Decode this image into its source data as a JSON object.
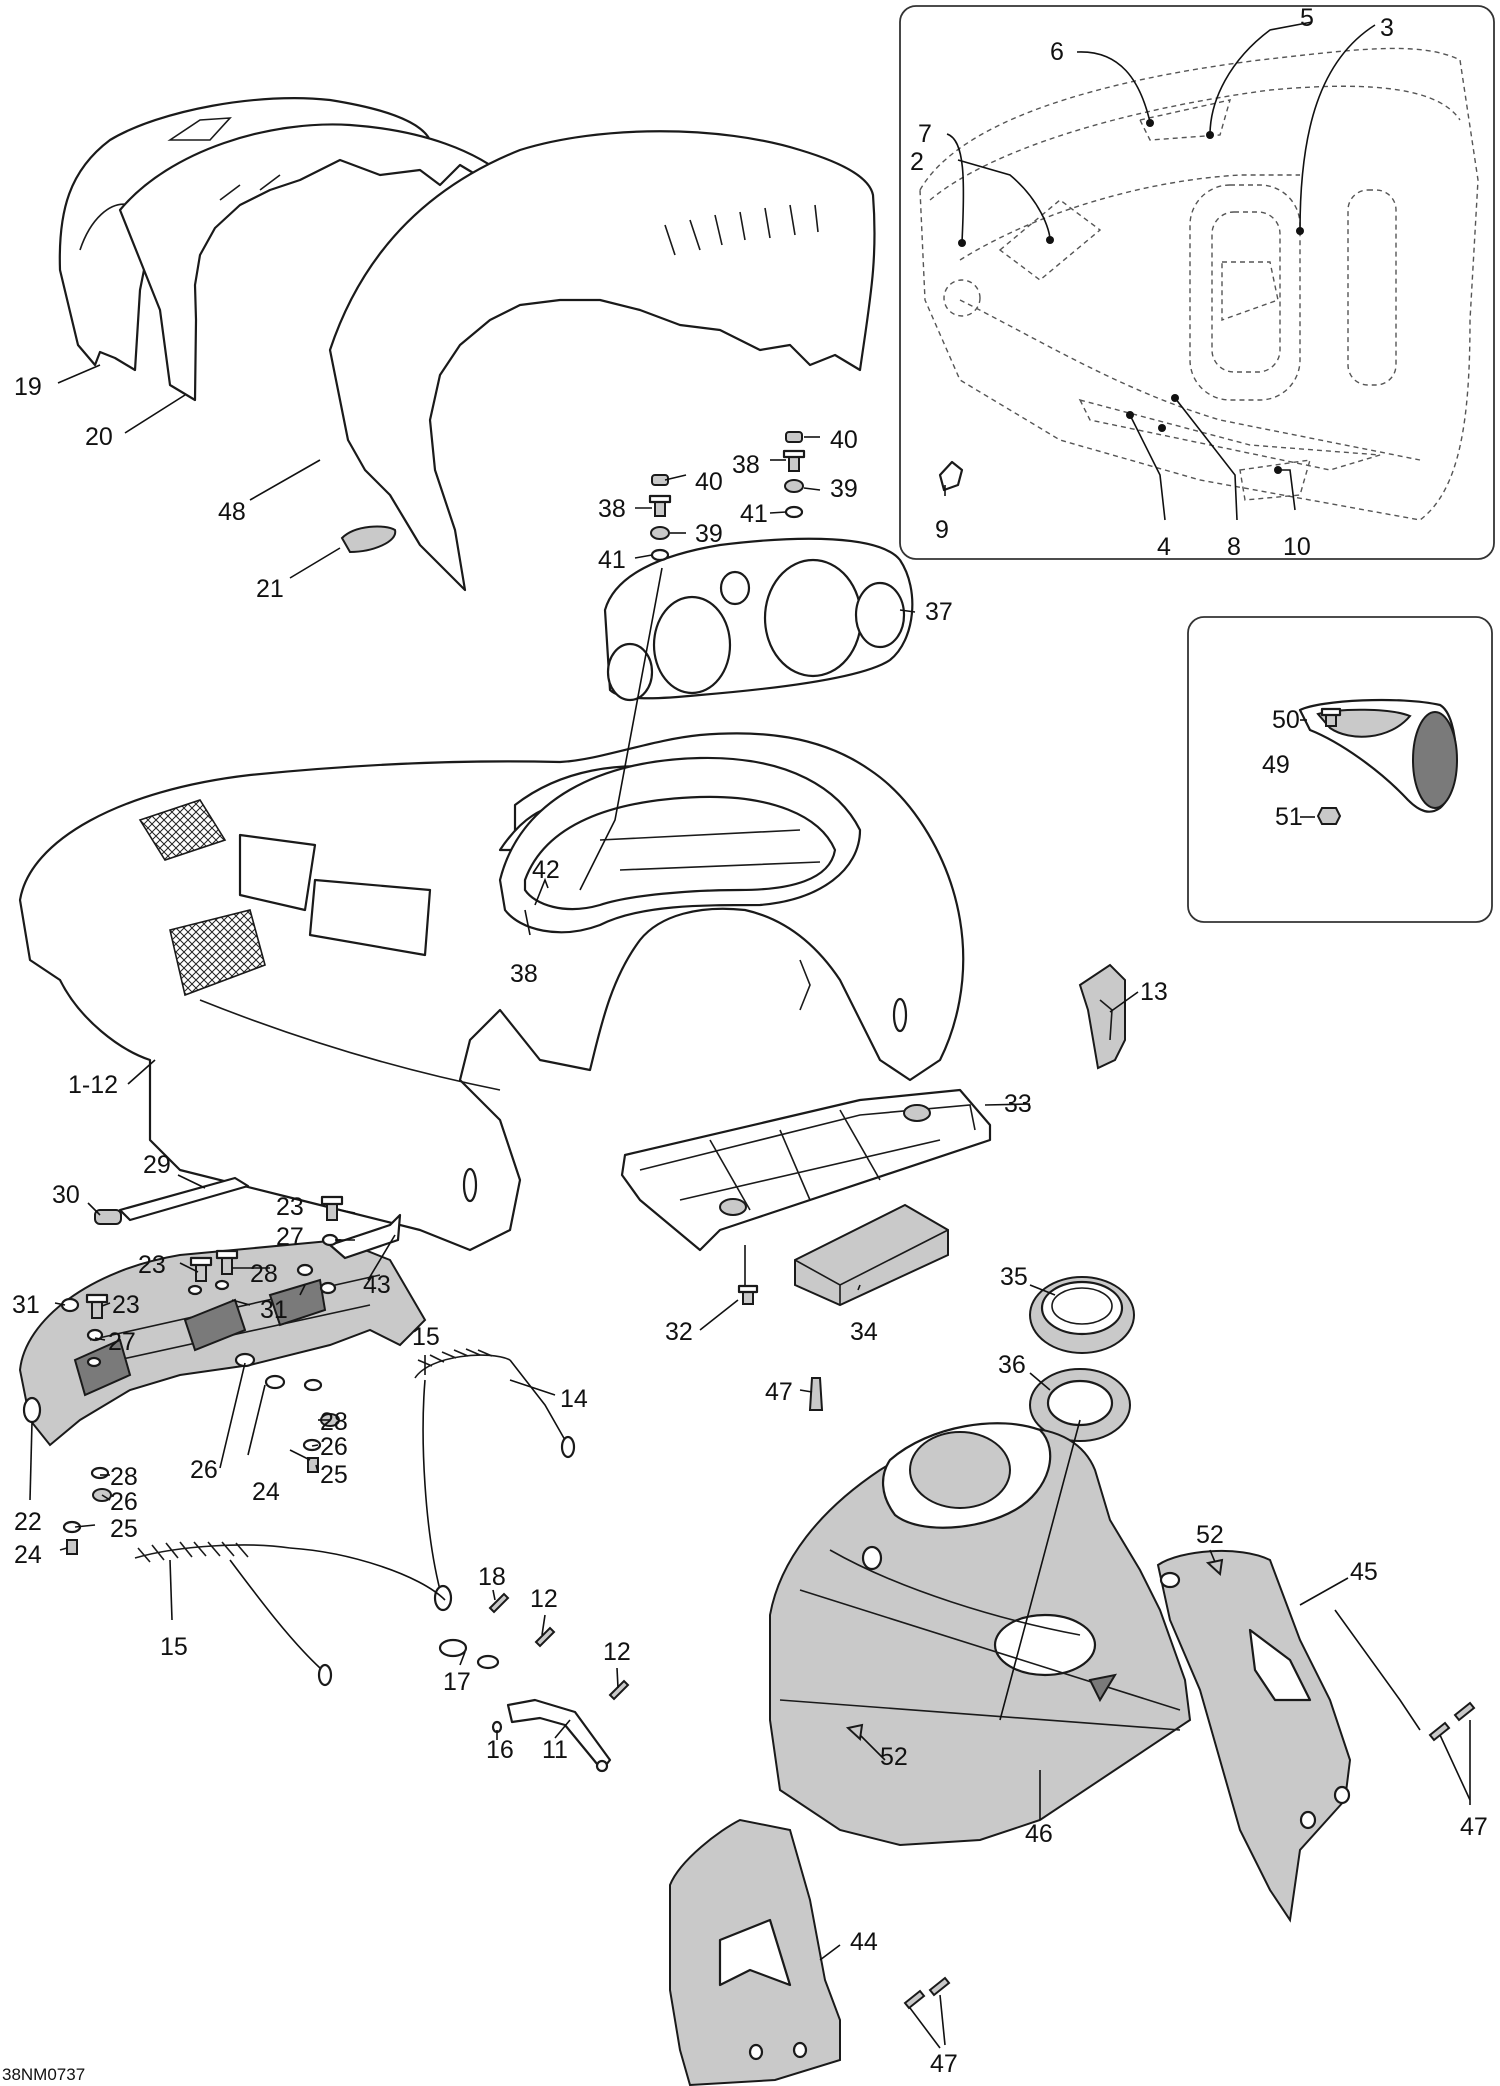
{
  "diagram_code": "38NM0737",
  "callouts": {
    "c1_12": "1-12",
    "c2": "2",
    "c3": "3",
    "c4": "4",
    "c5": "5",
    "c6": "6",
    "c7": "7",
    "c8": "8",
    "c9": "9",
    "c10": "10",
    "c11": "11",
    "c12a": "12",
    "c12b": "12",
    "c13": "13",
    "c14": "14",
    "c15a": "15",
    "c15b": "15",
    "c16": "16",
    "c17": "17",
    "c18": "18",
    "c19": "19",
    "c20": "20",
    "c21": "21",
    "c22": "22",
    "c23a": "23",
    "c23b": "23",
    "c23c": "23",
    "c24a": "24",
    "c24b": "24",
    "c25a": "25",
    "c25b": "25",
    "c26a": "26",
    "c26b": "26",
    "c26c": "26",
    "c27a": "27",
    "c27b": "27",
    "c28a": "28",
    "c28b": "28",
    "c28c": "28",
    "c29": "29",
    "c30": "30",
    "c31a": "31",
    "c31b": "31",
    "c32": "32",
    "c33": "33",
    "c34": "34",
    "c35": "35",
    "c36": "36",
    "c37": "37",
    "c38a": "38",
    "c38b": "38",
    "c38c": "38",
    "c39a": "39",
    "c39b": "39",
    "c40a": "40",
    "c40b": "40",
    "c41a": "41",
    "c41b": "41",
    "c42": "42",
    "c43": "43",
    "c44": "44",
    "c45": "45",
    "c46": "46",
    "c47a": "47",
    "c47b": "47",
    "c47c": "47",
    "c48": "48",
    "c49": "49",
    "c50": "50",
    "c51": "51",
    "c52a": "52",
    "c52b": "52"
  },
  "colors": {
    "line": "#1a1a1a",
    "fill": "#ffffff",
    "shade": "#c9c9c9",
    "frame": "#333333"
  }
}
